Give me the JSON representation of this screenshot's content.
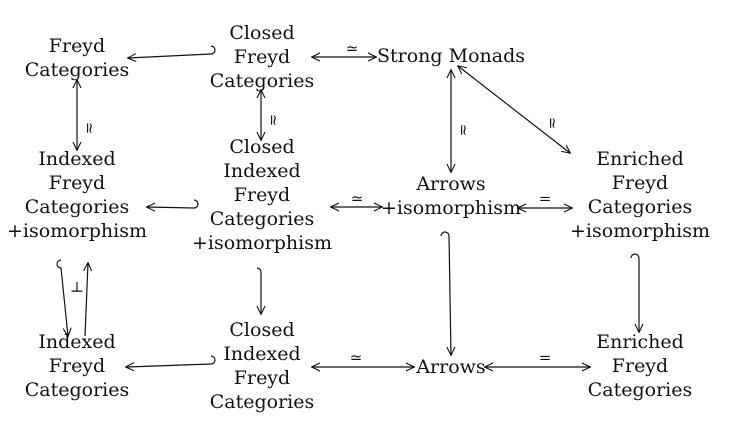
{
  "nodes": {
    "freyd": [
      "Freyd",
      "Categories"
    ],
    "closed_freyd": [
      "Closed",
      "Freyd",
      "Categories"
    ],
    "strong_monads": [
      "Strong Monads"
    ],
    "indexed_freyd_iso": [
      "Indexed",
      "Freyd",
      "Categories",
      "+isomorphism"
    ],
    "closed_indexed_freyd_iso": [
      "Closed",
      "Indexed",
      "Freyd",
      "Categories",
      "+isomorphism"
    ],
    "arrows_iso": [
      "Arrows",
      "+isomorphism"
    ],
    "enriched_freyd_iso": [
      "Enriched",
      "Freyd",
      "Categories",
      "+isomorphism"
    ],
    "indexed_freyd": [
      "Indexed",
      "Freyd",
      "Categories"
    ],
    "closed_indexed_freyd": [
      "Closed",
      "Indexed",
      "Freyd",
      "Categories"
    ],
    "arrows": [
      "Arrows"
    ],
    "enriched_freyd": [
      "Enriched",
      "Freyd",
      "Categories"
    ]
  },
  "edge_labels": {
    "simeq": "≃",
    "equals": "=",
    "adjoint": "⊣"
  },
  "colors": {
    "ink": "#111111",
    "background": "#ffffff"
  }
}
